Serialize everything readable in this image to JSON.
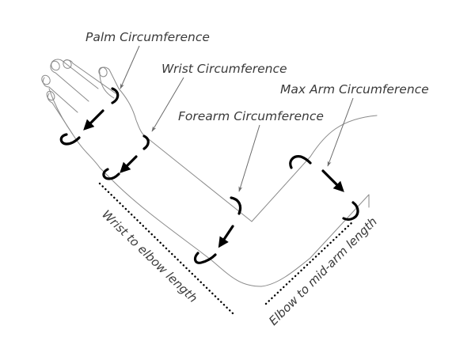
{
  "diagram": {
    "subject": "arm measurement guide",
    "labels": {
      "palm": "Palm Circumference",
      "wrist": "Wrist Circumference",
      "forearm": "Forearm Circumference",
      "max_arm": "Max Arm Circumference",
      "wrist_to_elbow": "Wrist to elbow length",
      "elbow_to_mid_arm": "Elbow to mid-arm length"
    },
    "colors": {
      "text": "#3a3a3a",
      "outline": "#8a8a8a",
      "measure_arrows": "#000000",
      "background": "#ffffff"
    }
  }
}
